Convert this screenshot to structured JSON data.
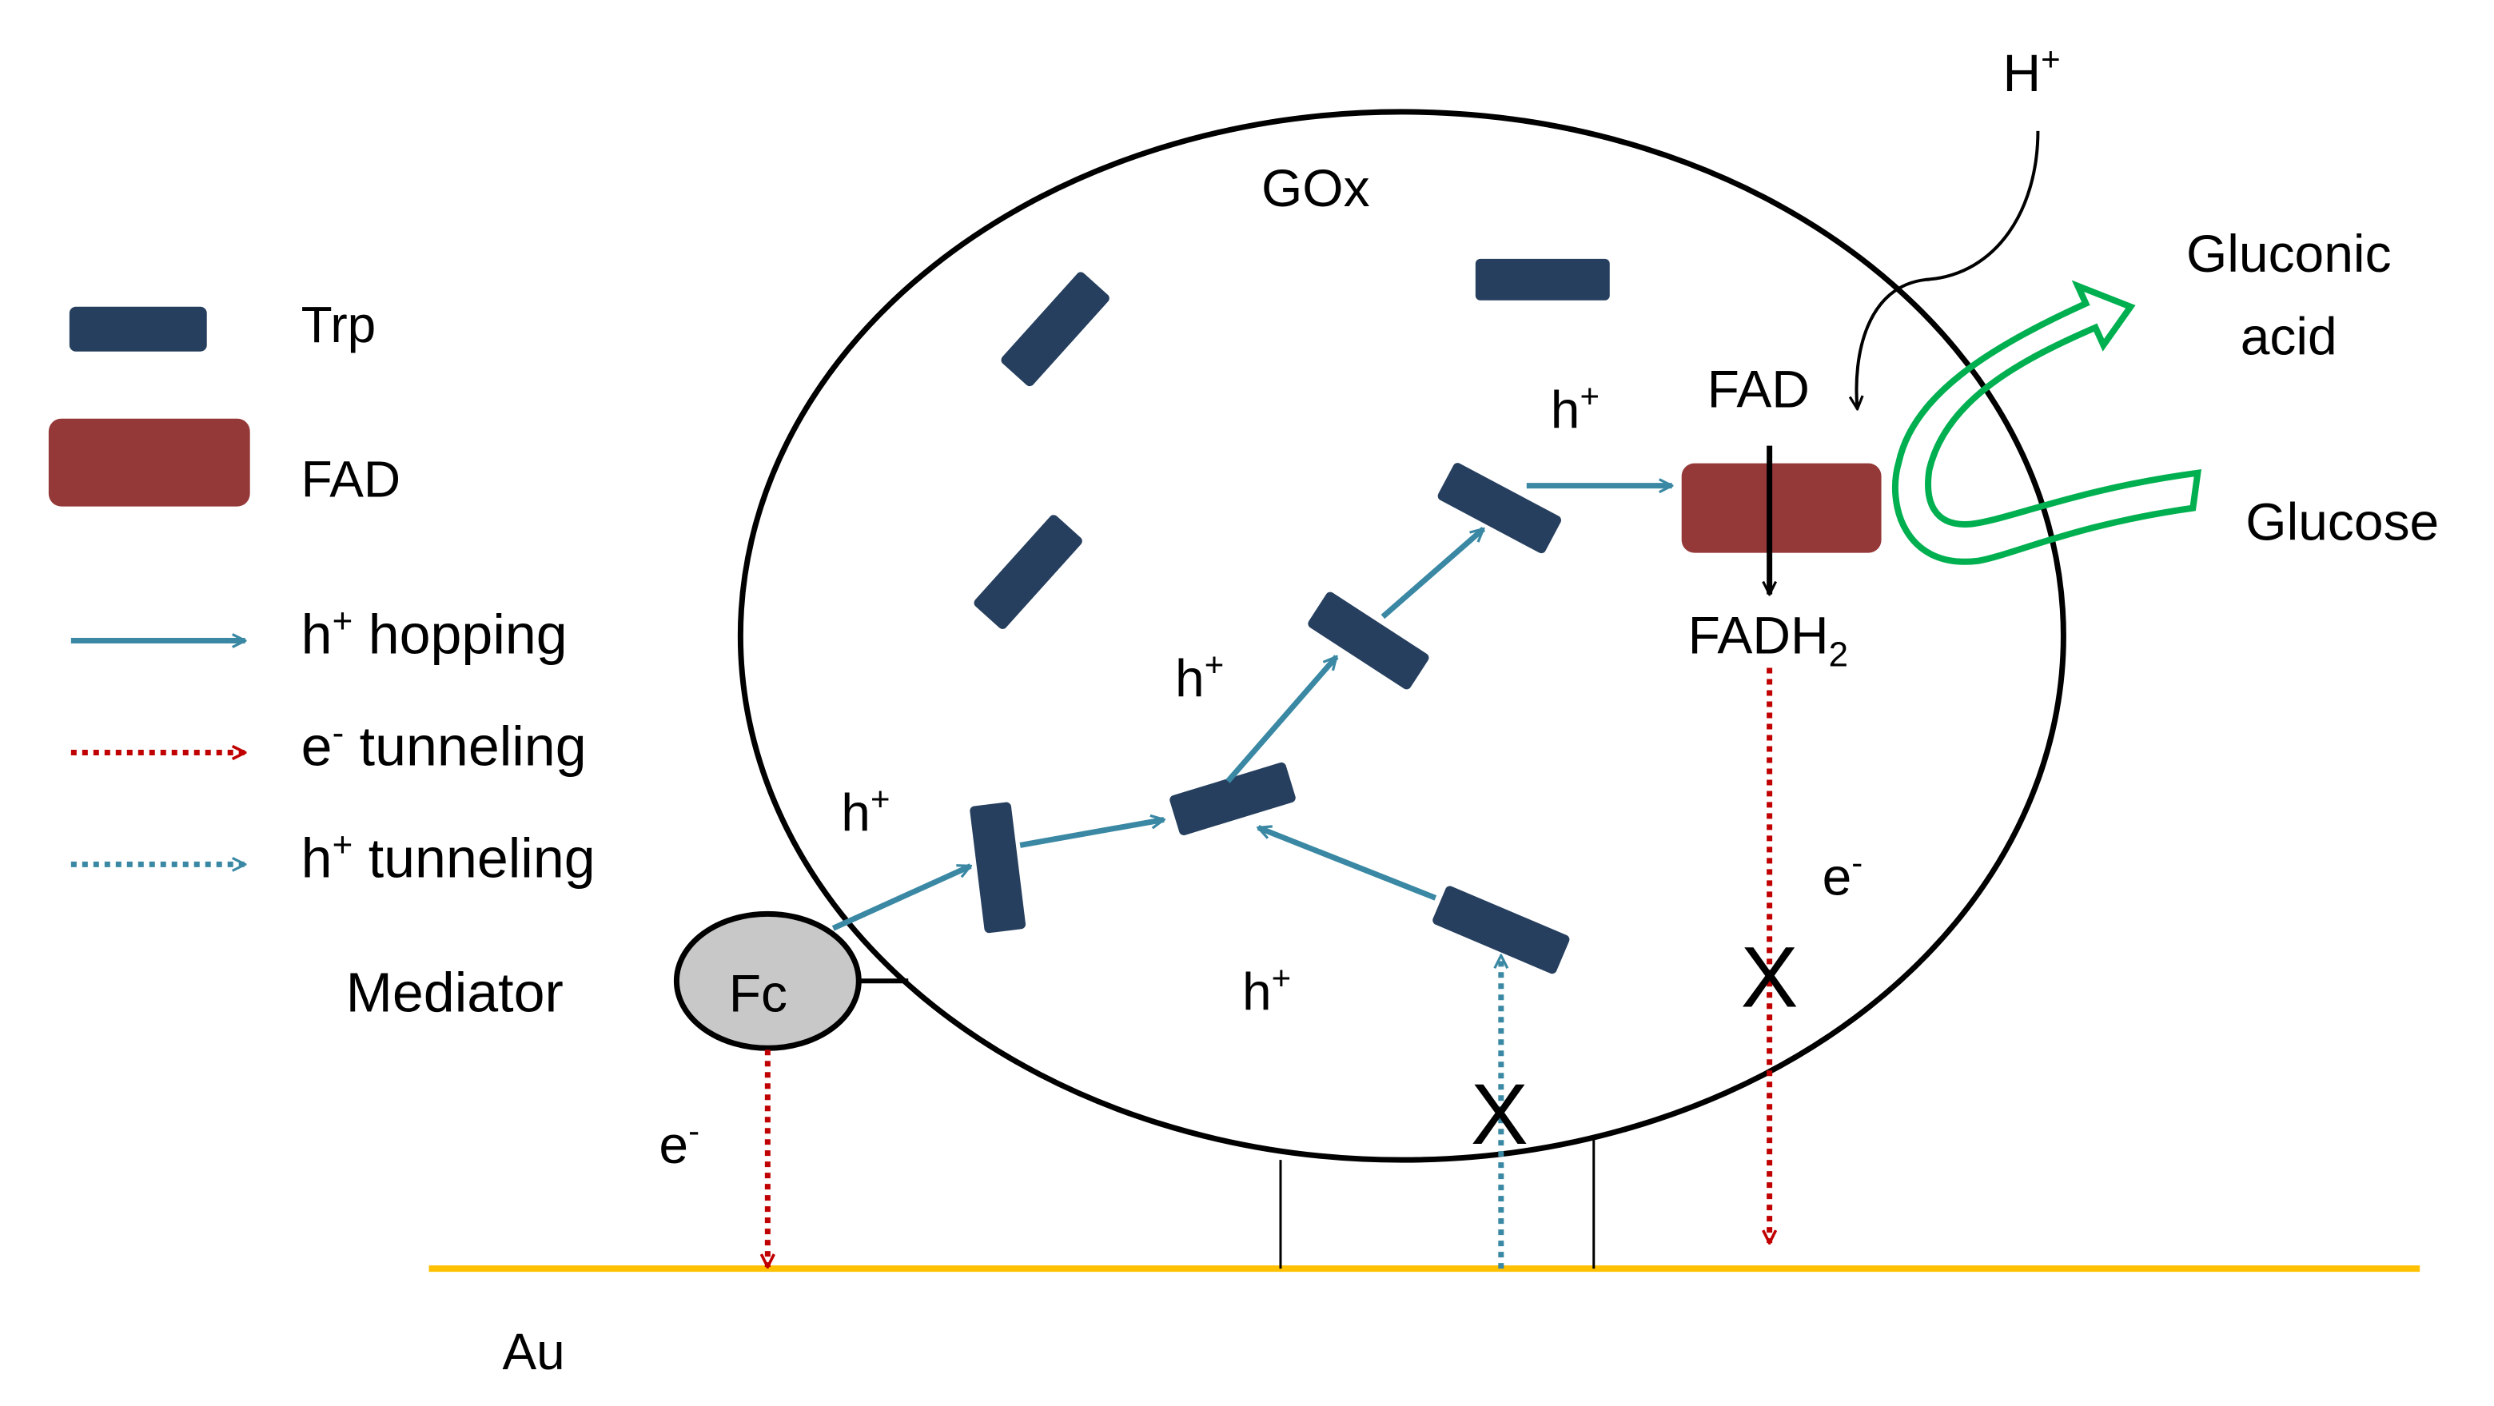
{
  "colors": {
    "trp": "#263F5E",
    "fad": "#953838",
    "hole_arrow": "#3A88A3",
    "electron_arrow": "#C00000",
    "gold": "#FFC000",
    "glucose_arrow": "#00B050",
    "mediator_fill": "#C8C8C8",
    "outline": "#000000"
  },
  "legend": {
    "trp_label": "Trp",
    "fad_label": "FAD",
    "hopping_prefix": "h",
    "hopping_sup": "+",
    "hopping_suffix": " hopping",
    "e_tunnel_prefix": "e",
    "e_tunnel_sup": "-",
    "e_tunnel_suffix": " tunneling",
    "h_tunnel_prefix": "h",
    "h_tunnel_sup": "+",
    "h_tunnel_suffix": " tunneling"
  },
  "labels": {
    "gox": "GOx",
    "proton": "H",
    "proton_sup": "+",
    "gluconic_line1": "Gluconic",
    "gluconic_line2": "acid",
    "glucose": "Glucose",
    "fad": "FAD",
    "fadh2_main": "FADH",
    "fadh2_sub": "2",
    "mediator": "Mediator",
    "fc": "Fc",
    "au": "Au",
    "h_base": "h",
    "plus": "+",
    "e_base": "e",
    "minus": "-",
    "blocked": "X"
  }
}
